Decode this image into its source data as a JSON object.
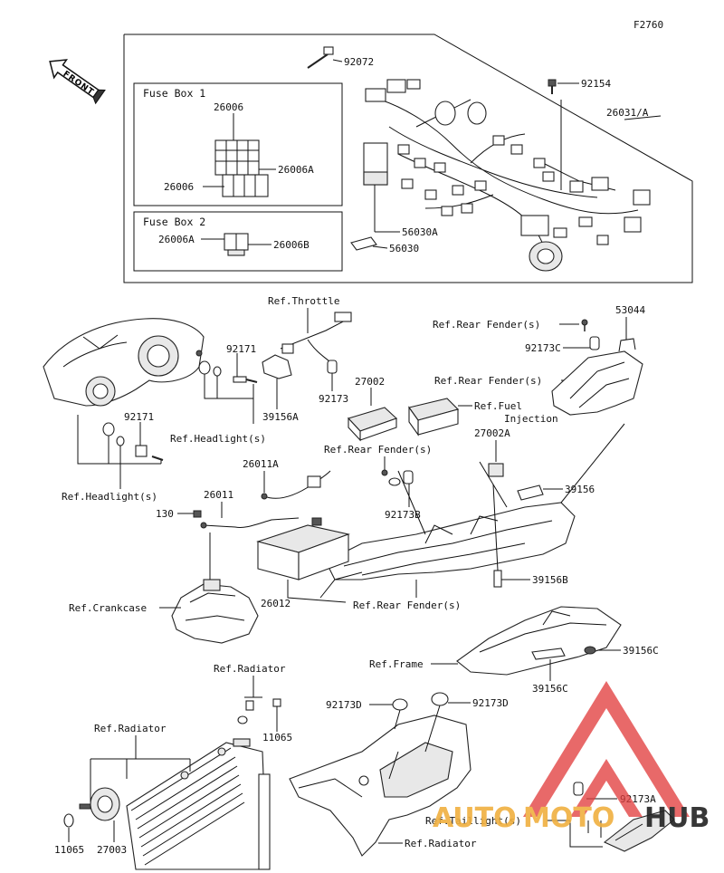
{
  "diagram_code": "F2760",
  "front_arrow": "FRONT",
  "fuse_box_1": {
    "title": "Fuse Box 1",
    "labels": [
      "26006",
      "26006A",
      "26006"
    ]
  },
  "fuse_box_2": {
    "title": "Fuse Box 2",
    "labels": [
      "26006A",
      "26006B"
    ]
  },
  "parts": {
    "p92072": "92072",
    "p92154": "92154",
    "p26031A": "26031/A",
    "p56030A": "56030A",
    "p56030": "56030",
    "p53044": "53044",
    "p92173C": "92173C",
    "p27002": "27002",
    "p92171_a": "92171",
    "p92171_b": "92171",
    "p92173": "92173",
    "p39156A": "39156A",
    "p27002A": "27002A",
    "p26011A": "26011A",
    "p26011": "26011",
    "p130": "130",
    "p92173B": "92173B",
    "p39156": "39156",
    "p39156B": "39156B",
    "p26012": "26012",
    "p39156C_a": "39156C",
    "p39156C_b": "39156C",
    "p11065_a": "11065",
    "p92173D_a": "92173D",
    "p92173D_b": "92173D",
    "p11065_b": "11065",
    "p27003": "27003",
    "p92173A": "92173A"
  },
  "refs": {
    "throttle": "Ref.Throttle",
    "rear_fender_1": "Ref.Rear Fender(s)",
    "rear_fender_2": "Ref.Rear Fender(s)",
    "fuel_injection_1": "Ref.Fuel",
    "fuel_injection_2": "Injection",
    "headlight_1": "Ref.Headlight(s)",
    "rear_fender_3": "Ref.Rear Fender(s)",
    "headlight_2": "Ref.Headlight(s)",
    "crankcase": "Ref.Crankcase",
    "rear_fender_4": "Ref.Rear Fender(s)",
    "frame": "Ref.Frame",
    "radiator_1": "Ref.Radiator",
    "radiator_2": "Ref.Radiator",
    "taillight": "Ref.Taillight(s)",
    "radiator_3": "Ref.Radiator"
  },
  "watermark": {
    "text_a": "AUTO",
    "text_b": "MOTO",
    "text_c": "HUB",
    "color_red": "#e03c3c",
    "color_gold": "#f0b040"
  }
}
